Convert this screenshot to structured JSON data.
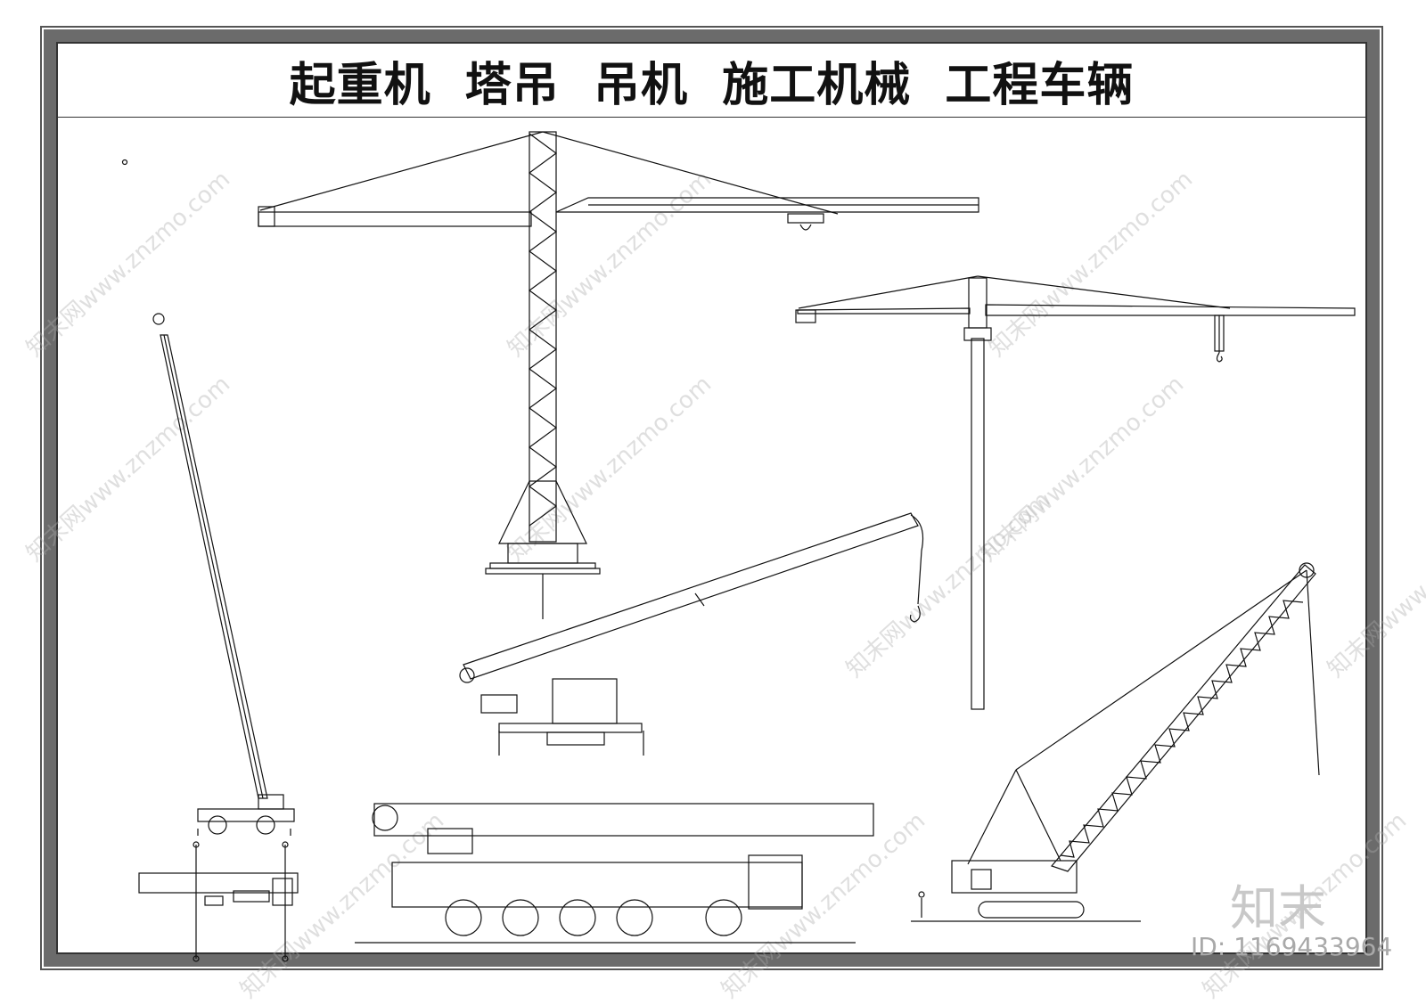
{
  "title": "起重机  塔吊  吊机  施工机械  工程车辆",
  "watermark": "知末网www.znzmo.com",
  "logo": "知末",
  "id_label": "ID: 1169433964",
  "colors": {
    "line": "#111111",
    "frame_band": "#6b6b6b",
    "watermark": "#aaaaaa"
  },
  "drawings": [
    "tower-crane-large",
    "tower-crane-small",
    "telescopic-mobile-crane-raised",
    "mobile-crane-top-view",
    "truck-crane-knuckle-boom",
    "all-terrain-crane-side",
    "crawler-lattice-crane"
  ]
}
